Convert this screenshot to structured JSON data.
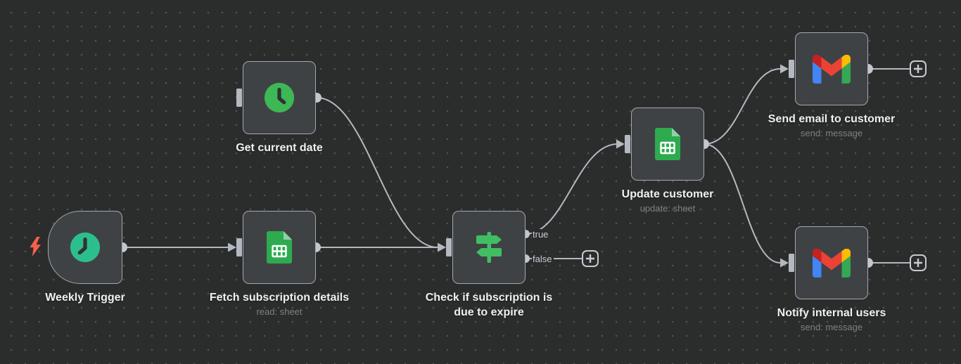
{
  "canvas": {
    "background_color": "#2b2c2c",
    "dot_color": "#515354",
    "connector_color": "#b4b8c0",
    "node_fill": "#3f4245",
    "node_border": "#a4a8b0"
  },
  "nodes": [
    {
      "label": "Weekly Trigger",
      "subtitle": "",
      "icon": "clock-icon",
      "icon_color": "#2dbe8e",
      "is_trigger": true
    },
    {
      "label": "Get current date",
      "subtitle": "",
      "icon": "clock-icon",
      "icon_color": "#3eb854",
      "is_trigger": false
    },
    {
      "label": "Fetch subscription details",
      "subtitle": "read: sheet",
      "icon": "google-sheets-icon",
      "icon_color": "#2eab4f",
      "is_trigger": false
    },
    {
      "label": "Check if subscription is due to expire",
      "subtitle": "",
      "icon": "signpost-icon",
      "icon_color": "#41bd64",
      "is_trigger": false,
      "outputs": [
        {
          "label": "true"
        },
        {
          "label": "false"
        }
      ]
    },
    {
      "label": "Update customer",
      "subtitle": "update: sheet",
      "icon": "google-sheets-icon",
      "icon_color": "#2eab4f",
      "is_trigger": false
    },
    {
      "label": "Send email to customer",
      "subtitle": "send: message",
      "icon": "gmail-icon",
      "is_trigger": false
    },
    {
      "label": "Notify internal users",
      "subtitle": "send: message",
      "icon": "gmail-icon",
      "is_trigger": false
    }
  ],
  "icon_colors": {
    "gmail_red": "#ea4335",
    "gmail_dark_red": "#c5221f",
    "gmail_blue": "#4285f4",
    "gmail_green": "#34a853",
    "gmail_yellow": "#fbbc04",
    "sheets_body": "#2eab4f",
    "sheets_fold": "#8ed1a8",
    "bolt": "#f4604c"
  }
}
